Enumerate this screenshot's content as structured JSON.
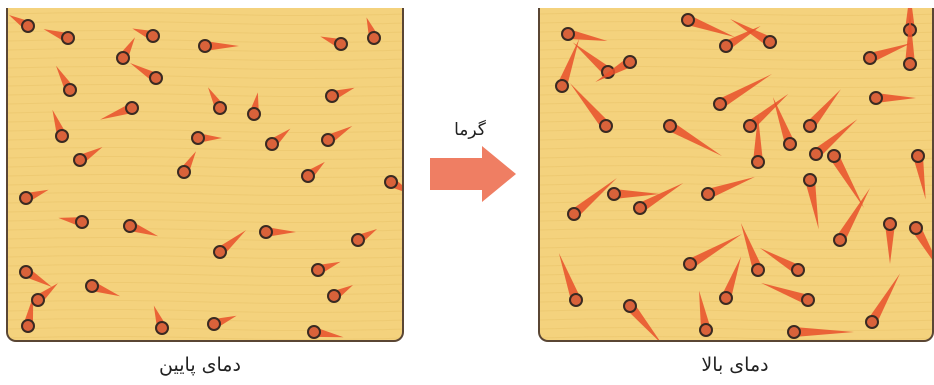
{
  "left_caption": "دمای پایین",
  "right_caption": "دمای بالا",
  "arrow_label": "گرما",
  "colors": {
    "container_fill": "#f4d27d",
    "container_border": "#5a4634",
    "particle_fill": "#d9623a",
    "particle_stroke": "#3a2a22",
    "trail": "#e8502a",
    "arrow": "#ef7e63"
  }
}
